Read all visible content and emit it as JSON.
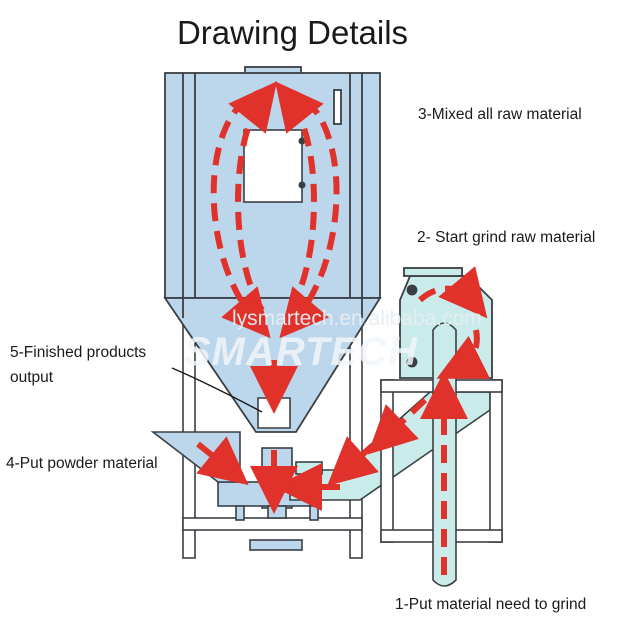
{
  "title": "Drawing Details",
  "labels": {
    "step3": "3-Mixed all raw material",
    "step2": "2- Start grind raw material",
    "step5_line1": "5-Finished products",
    "step5_line2": "output",
    "step4": "4-Put powder material",
    "step1": "1-Put material need to grind"
  },
  "watermark": {
    "url": "lysmartech.en.alibaba.com",
    "brand": "SMARTECH"
  },
  "colors": {
    "body_blue": "#bcd7ec",
    "pipe_cyan": "#c9ecea",
    "outline": "#3b3f44",
    "arrow_red": "#e0312b"
  }
}
